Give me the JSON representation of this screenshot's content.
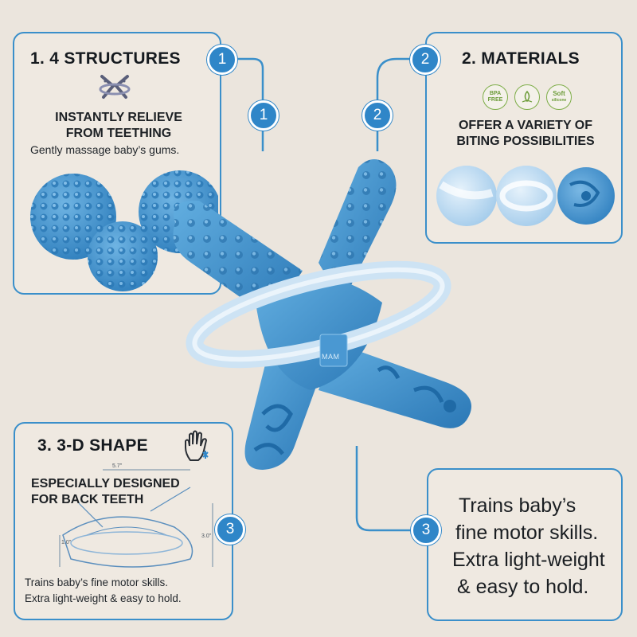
{
  "panel1": {
    "badge": "1",
    "title": "1. 4 STRUCTURES",
    "heading_line1": "INSTANTLY RELIEVE",
    "heading_line2": "FROM TEETHING",
    "body": "Gently massage baby’s gums.",
    "icon": "teether-outline-icon"
  },
  "panel2": {
    "badge": "2",
    "title": "2. MATERIALS",
    "heading_line1": "OFFER A VARIETY OF",
    "heading_line2": "BITING POSSIBILITIES",
    "cert_bpa_line1": "BPA",
    "cert_bpa_line2": "FREE",
    "cert_soft_line1": "Soft",
    "cert_soft_line2": "silicone"
  },
  "panel3": {
    "badge": "3",
    "title": "3. 3-D SHAPE",
    "heading_line1": "ESPECIALLY DESIGNED",
    "heading_line2": "FOR BACK TEETH",
    "dim_width": "5.7\"",
    "dim_depth": "1.0\"",
    "dim_height": "3.0\"",
    "body_line1": "Trains baby’s fine motor skills.",
    "body_line2": "Extra light-weight & easy to hold.",
    "icon": "hand-icon"
  },
  "panel4": {
    "badge": "3",
    "line1": "Trains baby’s",
    "line2": "fine motor skills.",
    "line3": "Extra light-weight",
    "line4": "& easy to hold."
  },
  "connectors": {
    "badge_left": "1",
    "badge_right": "2"
  },
  "product": {
    "brand": "MAM"
  },
  "colors": {
    "accent": "#2f86c8",
    "teether": "#3e8fc8",
    "ring": "#cde3f4",
    "background": "#ebe5dd"
  }
}
